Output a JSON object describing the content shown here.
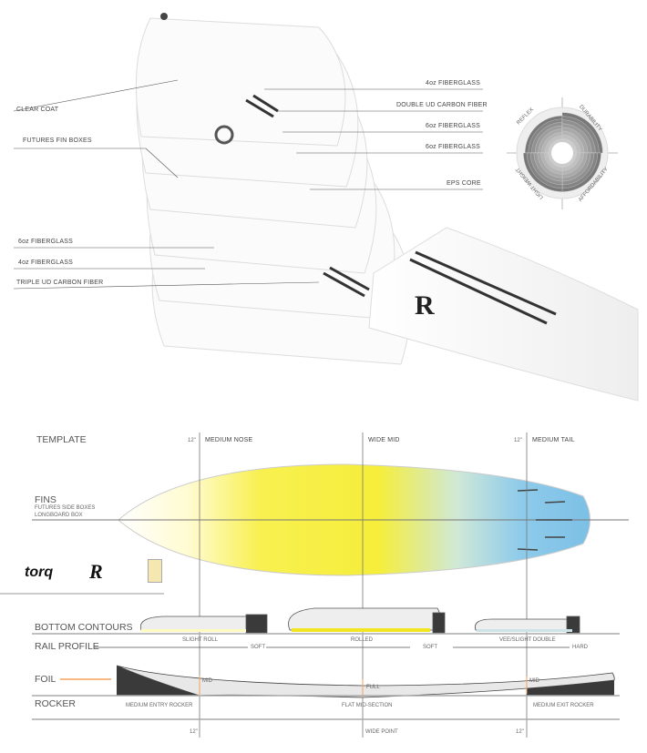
{
  "layers_left": [
    "CLEAR COAT",
    "FUTURES FIN BOXES",
    "6oz FIBERGLASS",
    "4oz FIBERGLASS",
    "TRIPLE UD CARBON FIBER"
  ],
  "layers_right": [
    "4oz FIBERGLASS",
    "DOUBLE UD CARBON FIBER",
    "6oz FIBERGLASS",
    "6oz FIBERGLASS",
    "EPS CORE"
  ],
  "rating": {
    "labels": [
      "REFLEX",
      "DURABILITY",
      "AFFORDABILITY",
      "LIGHT WEIGHT"
    ],
    "values": [
      0.8,
      0.9,
      0.85,
      0.85
    ]
  },
  "template": {
    "title": "TEMPLATE",
    "nose": "MEDIUM NOSE",
    "mid": "WIDE MID",
    "tail": "MEDIUM TAIL",
    "nose_mark": "12\"",
    "tail_mark": "12\""
  },
  "fins": {
    "title": "FINS",
    "line1": "FUTURES SIDE BOXES",
    "line2": "LONGBOARD BOX"
  },
  "bottom_contours": {
    "title": "BOTTOM  CONTOURS"
  },
  "rail_profile": {
    "title": "RAIL PROFILE",
    "nose": "SLIGHT ROLL",
    "mid": "ROLLED",
    "tail": "VEE/SLIGHT DOUBLE",
    "soft1": "SOFT",
    "soft2": "SOFT",
    "hard": "HARD"
  },
  "foil": {
    "title": "FOIL",
    "nose": "MID",
    "mid": "FULL",
    "tail": "MID"
  },
  "rocker": {
    "title": "ROCKER",
    "nose": "MEDIUM ENTRY ROCKER",
    "mid": "FLAT MID-SECTION",
    "tail": "MEDIUM EXIT ROCKER"
  },
  "bottom_marks": {
    "nose": "12\"",
    "mid": "WIDE POINT",
    "tail": "12\""
  },
  "colors": {
    "yellow": "#f5ec3a",
    "blue": "#7cc0e6",
    "orange": "#f5a25a",
    "dark": "#3a3a3a"
  }
}
